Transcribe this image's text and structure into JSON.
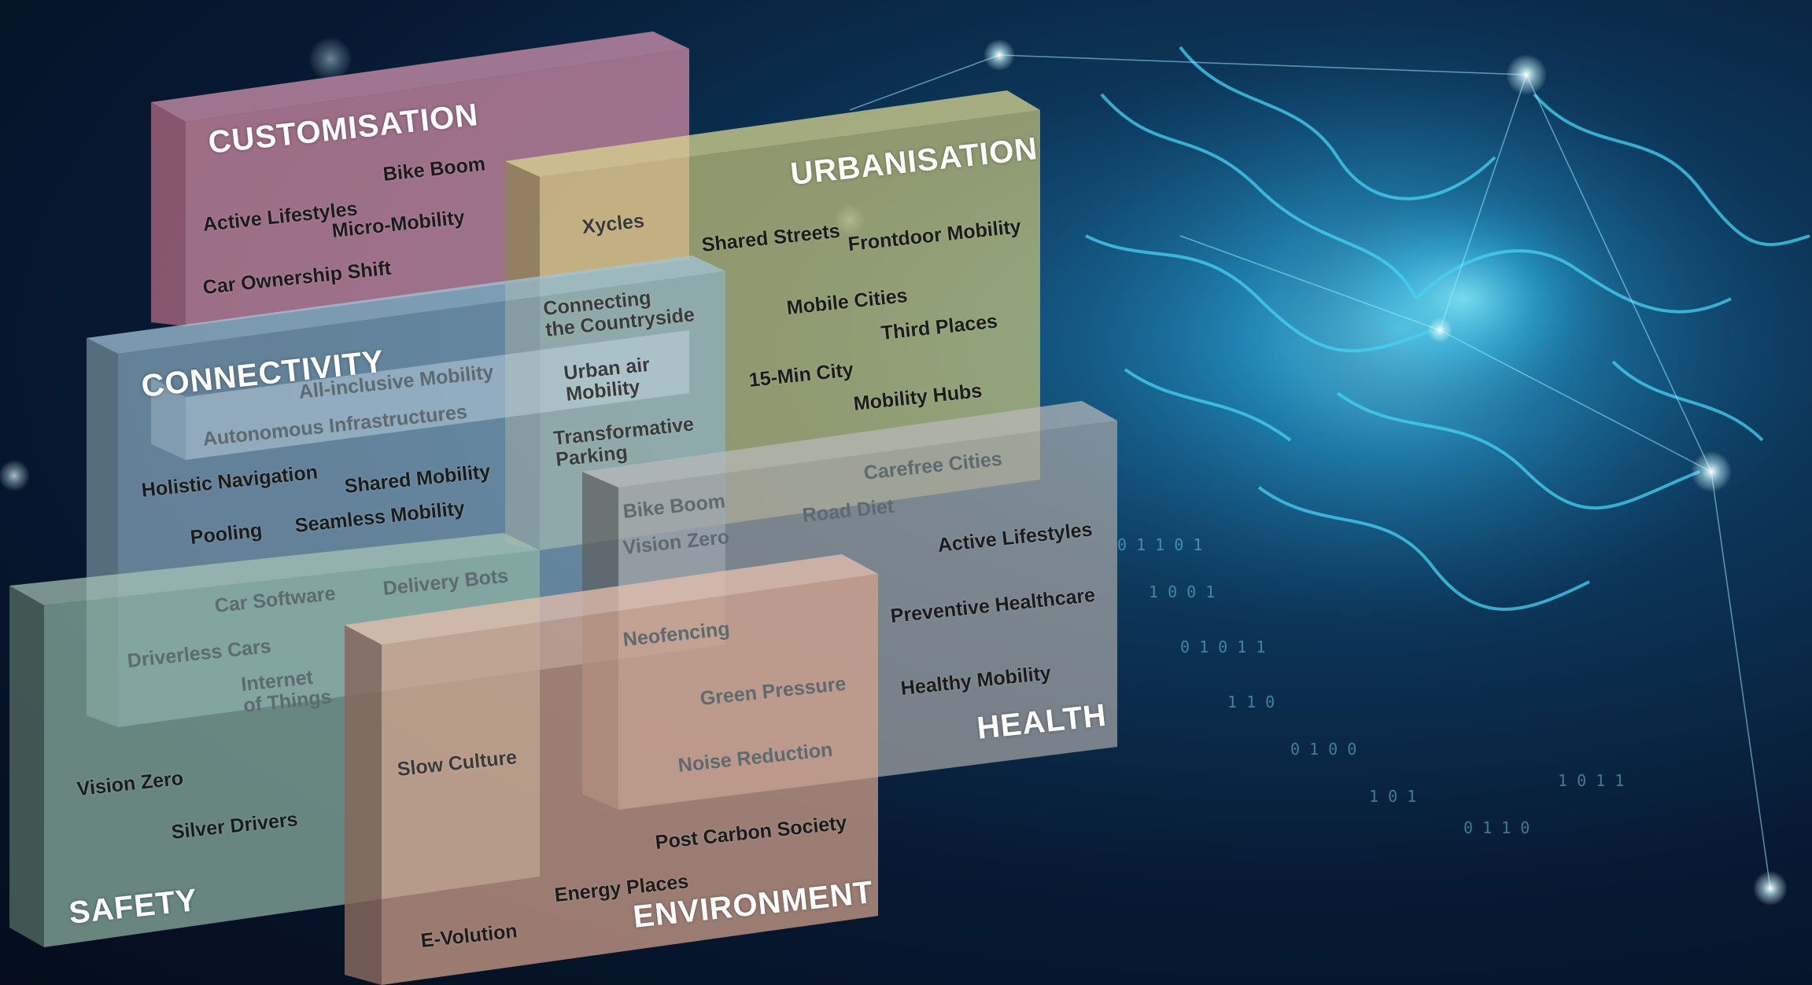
{
  "panels": {
    "customisation": {
      "title": "CUSTOMISATION",
      "items": [
        "Bike Boom",
        "Active Lifestyles",
        "Micro-Mobility",
        "Car Ownership Shift",
        "Xycles"
      ]
    },
    "urbanisation": {
      "title": "URBANISATION",
      "items": [
        "Shared Streets",
        "Frontdoor Mobility",
        "Mobile Cities",
        "Third Places",
        "15-Min City",
        "Mobility Hubs",
        "Connecting\nthe Countryside",
        "Urban air\nMobility",
        "Transformative\nParking"
      ]
    },
    "connectivity": {
      "title": "CONNECTIVITY",
      "items": [
        "All-inclusive Mobility",
        "Autonomous Infrastructures",
        "Holistic Navigation",
        "Shared Mobility",
        "Pooling",
        "Seamless Mobility"
      ]
    },
    "health": {
      "title": "HEALTH",
      "items": [
        "Carefree Cities",
        "Bike Boom",
        "Road Diet",
        "Vision Zero",
        "Active Lifestyles",
        "Preventive Healthcare",
        "Healthy Mobility",
        "Neofencing"
      ]
    },
    "safety": {
      "title": "SAFETY",
      "items": [
        "Car Software",
        "Delivery Bots",
        "Driverless Cars",
        "Internet\nof Things",
        "Vision Zero",
        "Silver Drivers"
      ]
    },
    "environment": {
      "title": "ENVIRONMENT",
      "items": [
        "Slow Culture",
        "Green Pressure",
        "Noise Reduction",
        "Post Carbon Society",
        "Energy Places",
        "E-Volution"
      ]
    }
  }
}
